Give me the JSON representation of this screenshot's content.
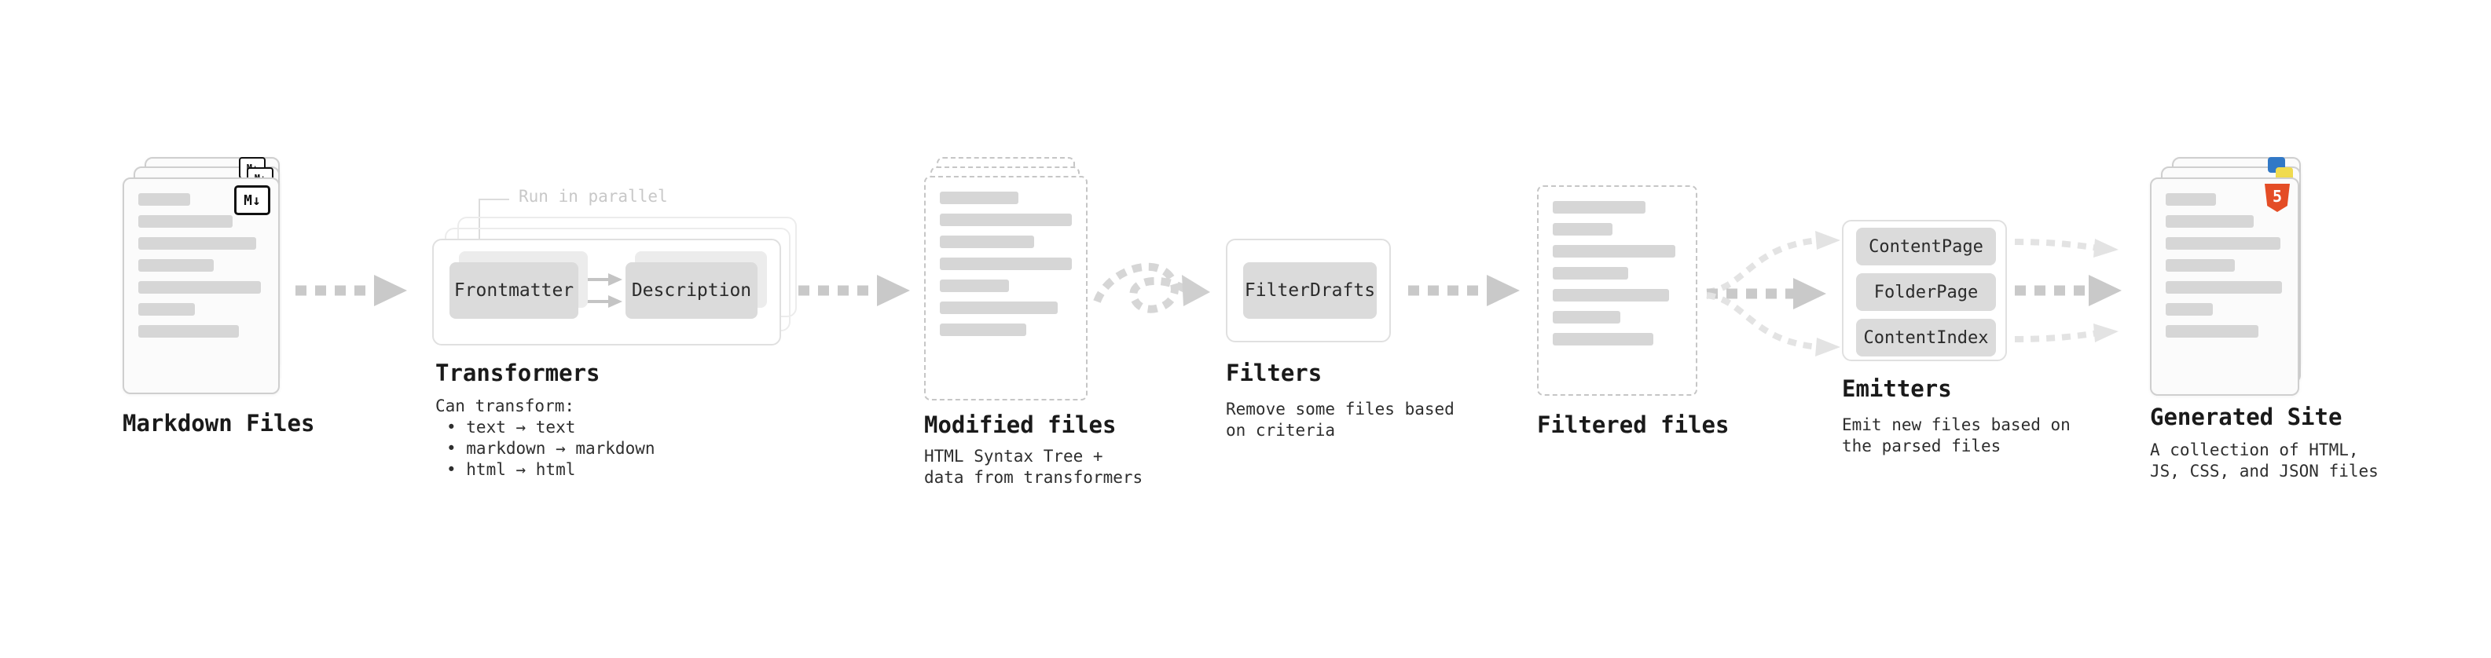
{
  "diagram": {
    "annotation_run_in_parallel": "Run in parallel",
    "nodes": {
      "markdown_files": {
        "title": "Markdown Files",
        "badge": "M↓"
      },
      "transformers": {
        "title": "Transformers",
        "boxes": [
          "Frontmatter",
          "Description"
        ],
        "desc": [
          "Can transform:",
          "• text → text",
          "• markdown → markdown",
          "• html → html"
        ]
      },
      "modified_files": {
        "title": "Modified files",
        "desc": [
          "HTML Syntax Tree +",
          "data from transformers"
        ]
      },
      "filters": {
        "title": "Filters",
        "boxes": [
          "FilterDrafts"
        ],
        "desc": [
          "Remove some files based",
          "on criteria"
        ]
      },
      "filtered_files": {
        "title": "Filtered files"
      },
      "emitters": {
        "title": "Emitters",
        "boxes": [
          "ContentPage",
          "FolderPage",
          "ContentIndex"
        ],
        "desc": [
          "Emit new files based on",
          "the parsed files"
        ]
      },
      "generated_site": {
        "title": "Generated Site",
        "badge": "5",
        "desc": [
          "A collection of HTML,",
          "JS, CSS, and JSON files"
        ]
      }
    },
    "colors": {
      "arrow": "#c9c9c9",
      "arrow_light": "#e3e3e3",
      "pill_fill": "#dbdbdb",
      "bar_fill": "#d6d6d6",
      "card_border": "#cfcfcf",
      "html5_orange": "#e44d26",
      "js_yellow": "#f0db4f",
      "css_blue": "#3178c6",
      "annotation_gray": "#c8c8c8"
    }
  }
}
